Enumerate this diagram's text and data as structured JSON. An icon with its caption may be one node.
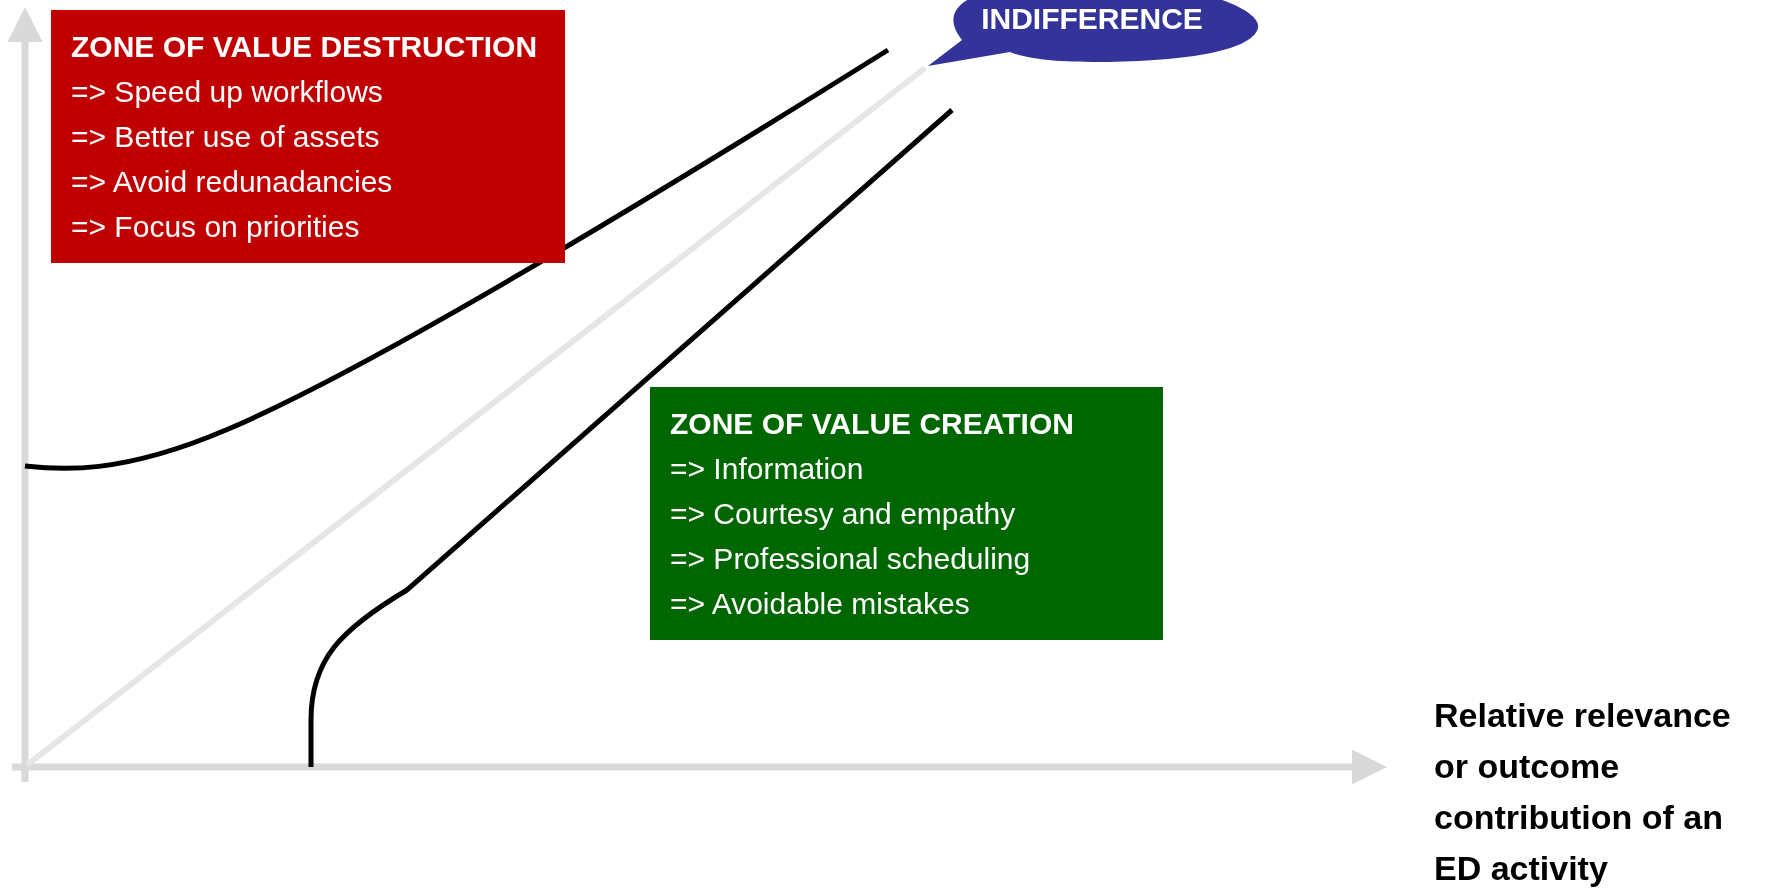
{
  "diagram": {
    "nodes": [
      {
        "text": [
          "ZONE OF VALUE DESTRUCTION",
          "=> Speed up workflows",
          "=> Better use of assets",
          "=> Avoid redunadancies",
          "=> Focus on priorities"
        ]
      },
      {
        "text": [
          "INDIFFERENCE"
        ]
      },
      {
        "text": [
          "ZONE OF VALUE CREATION",
          "=> Information",
          "=> Courtesy and empathy",
          "=> Professional scheduling",
          "=> Avoidable mistakes"
        ]
      }
    ],
    "edges": [],
    "labels": [
      "Relative relevance or outcome contribution of an ED activity"
    ]
  }
}
